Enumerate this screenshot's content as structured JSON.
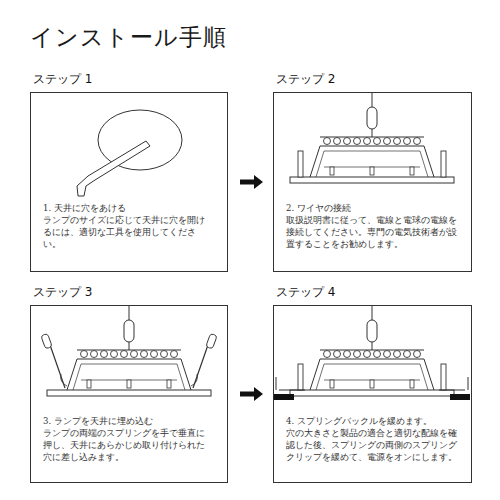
{
  "diagram": {
    "title": "インストール手順",
    "nodes": [
      {
        "text": [
          "ステップ 1",
          "1. 天井に穴をあける",
          "ランプのサイズに応じて天井に穴を開けるには、適切な工具を使用してください。"
        ]
      },
      {
        "text": [
          "ステップ 2",
          "2. ワイヤの接続",
          "取扱説明書に従って、電線と電球の電線を接続してください。専門の電気技術者が設置することをお勧めします。"
        ]
      },
      {
        "text": [
          "ステップ 3",
          "3. ランプを天井に埋め込む",
          "ランプの両端のスプリングを手で垂直に押し、天井にあらかじめ取り付けられた穴に差し込みます。"
        ]
      },
      {
        "text": [
          "ステップ 4",
          "4. スプリングバックルを緩めます。",
          "穴の大きさと製品の適合と適切な配線を確認した後、スプリングの両側のスプリングクリップを緩めて、電源をオンにします。"
        ]
      }
    ],
    "edges": [
      {
        "from": 0,
        "to": 1,
        "arrow": "to"
      },
      {
        "from": 2,
        "to": 3,
        "arrow": "to"
      }
    ]
  }
}
